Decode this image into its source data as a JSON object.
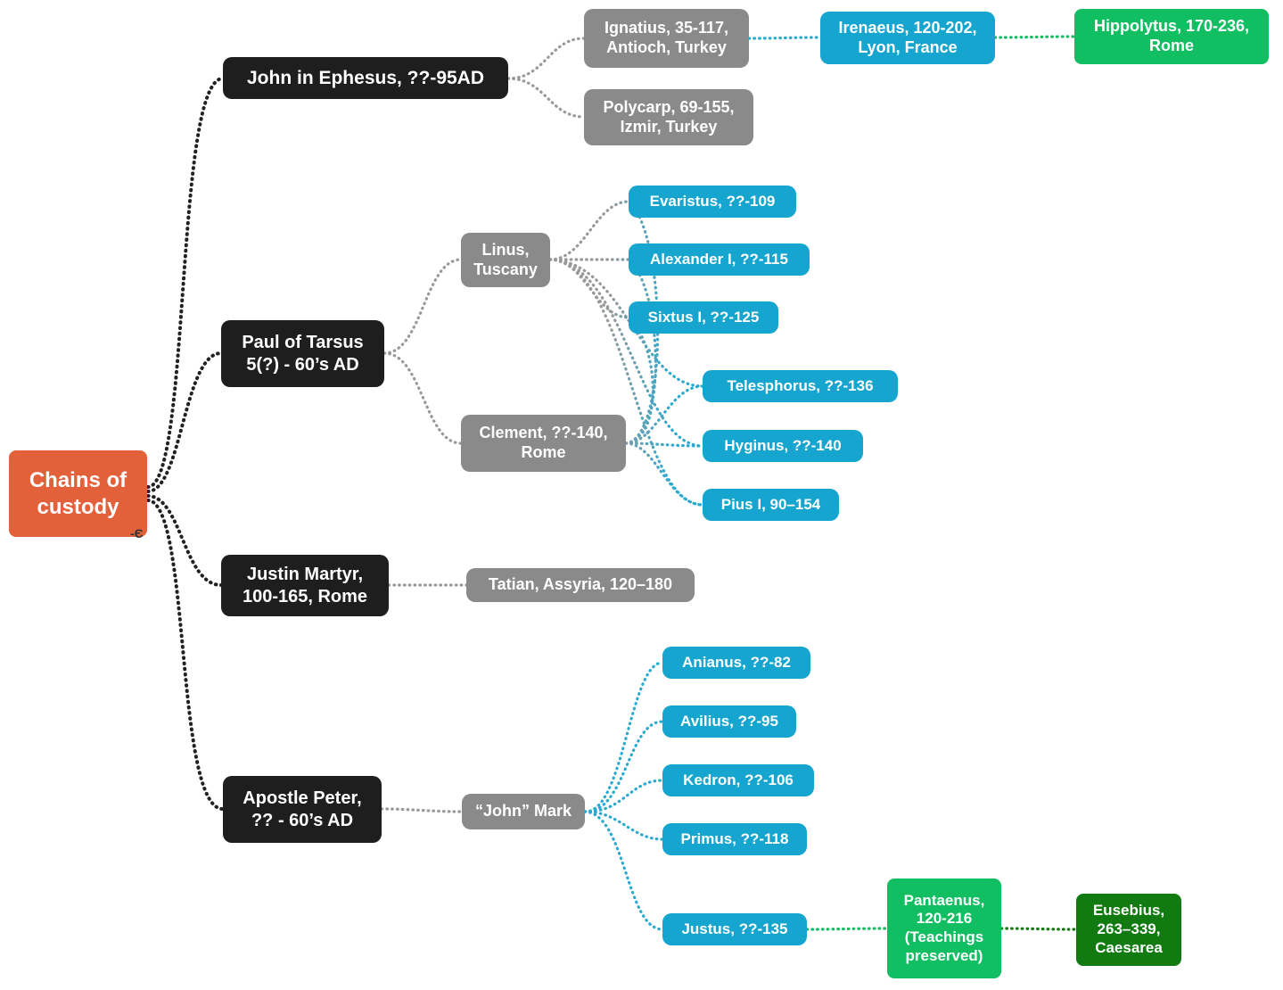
{
  "diagram": {
    "root_handle": "-Є",
    "nodes": {
      "root": {
        "label": "Chains of custody"
      },
      "john": {
        "label": "John in Ephesus, ??-95AD"
      },
      "ignatius": {
        "label": "Ignatius, 35-117, Antioch, Turkey"
      },
      "polycarp": {
        "label": "Polycarp, 69-155, Izmir, Turkey"
      },
      "irenaeus": {
        "label": "Irenaeus, 120-202, Lyon, France"
      },
      "hippolytus": {
        "label": "Hippolytus, 170-236, Rome"
      },
      "paul": {
        "label": "Paul of Tarsus 5(?) - 60’s AD"
      },
      "linus": {
        "label": "Linus, Tuscany"
      },
      "clement": {
        "label": "Clement, ??-140, Rome"
      },
      "evaristus": {
        "label": "Evaristus, ??-109"
      },
      "alexander": {
        "label": "Alexander I, ??-115"
      },
      "sixtus": {
        "label": "Sixtus I, ??-125"
      },
      "telesphorus": {
        "label": "Telesphorus, ??-136"
      },
      "hyginus": {
        "label": "Hyginus, ??-140"
      },
      "pius": {
        "label": "Pius I, 90–154"
      },
      "justin": {
        "label": "Justin Martyr, 100-165, Rome"
      },
      "tatian": {
        "label": "Tatian, Assyria, 120–180"
      },
      "peter": {
        "label": "Apostle Peter, ?? - 60’s AD"
      },
      "johnmark": {
        "label": "“John” Mark"
      },
      "anianus": {
        "label": "Anianus, ??-82"
      },
      "avilius": {
        "label": "Avilius, ??-95"
      },
      "kedron": {
        "label": "Kedron, ??-106"
      },
      "primus": {
        "label": "Primus, ??-118"
      },
      "justus": {
        "label": "Justus, ??-135"
      },
      "pantaenus": {
        "label": "Pantaenus, 120-216 (Teachings preserved)"
      },
      "eusebius": {
        "label": "Eusebius, 263–339, Caesarea"
      }
    }
  },
  "colors": {
    "node-orange": "#E2603A",
    "node-black": "#1E1E1E",
    "node-gray": "#8A8A8A",
    "node-cyan": "#15A5CF",
    "node-green": "#12BE62",
    "node-darkgreen": "#117A11",
    "edge-black": "#222222",
    "edge-gray": "#999999",
    "edge-cyan": "#2BAAD0",
    "edge-green": "#12BE62",
    "edge-darkgreen": "#117A11"
  }
}
